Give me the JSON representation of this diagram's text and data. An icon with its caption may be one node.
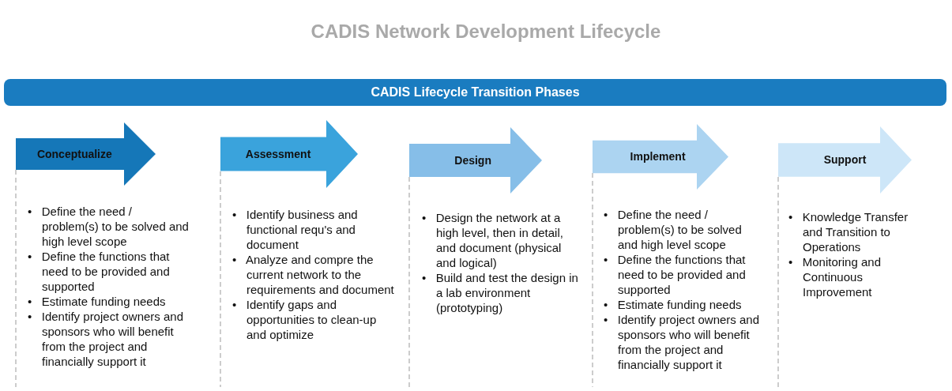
{
  "diagram": {
    "title": "CADIS  Network Development Lifecycle",
    "nodes": [
      {
        "text": [
          "CADIS Lifecycle Transition Phases"
        ]
      },
      {
        "text": [
          "Conceptualize"
        ],
        "beside": [
          "•   Define the need / problem(s) to be solved and high level scope",
          "•   Define the functions that need to be provided and supported",
          "•   Estimate funding needs",
          "•   Identify project owners and sponsors who will benefit from the project and financially support it"
        ]
      },
      {
        "text": [
          "Assessment"
        ],
        "beside": [
          "•   Identify business and functional requ's and document",
          "•   Analyze and compre the current network to the requirements and document",
          "•   Identify gaps and opportunities to clean-up and optimize"
        ]
      },
      {
        "text": [
          "Design"
        ],
        "beside": [
          "•   Design the network at a high level, then in detail, and document (physical and logical)",
          "•   Build and test the design in a lab environment (prototyping)"
        ]
      },
      {
        "text": [
          "Implement"
        ],
        "beside": [
          "•   Define the need / problem(s) to be solved and high level scope",
          "•   Define the functions that need to be provided and supported",
          "•   Estimate funding needs",
          "•   Identify project owners and sponsors who will benefit from the project and financially support it"
        ]
      },
      {
        "text": [
          "Support"
        ],
        "beside": [
          "•   Knowledge Transfer and Transition to Operations",
          "•   Monitoring and Continuous Improvement"
        ]
      }
    ]
  }
}
